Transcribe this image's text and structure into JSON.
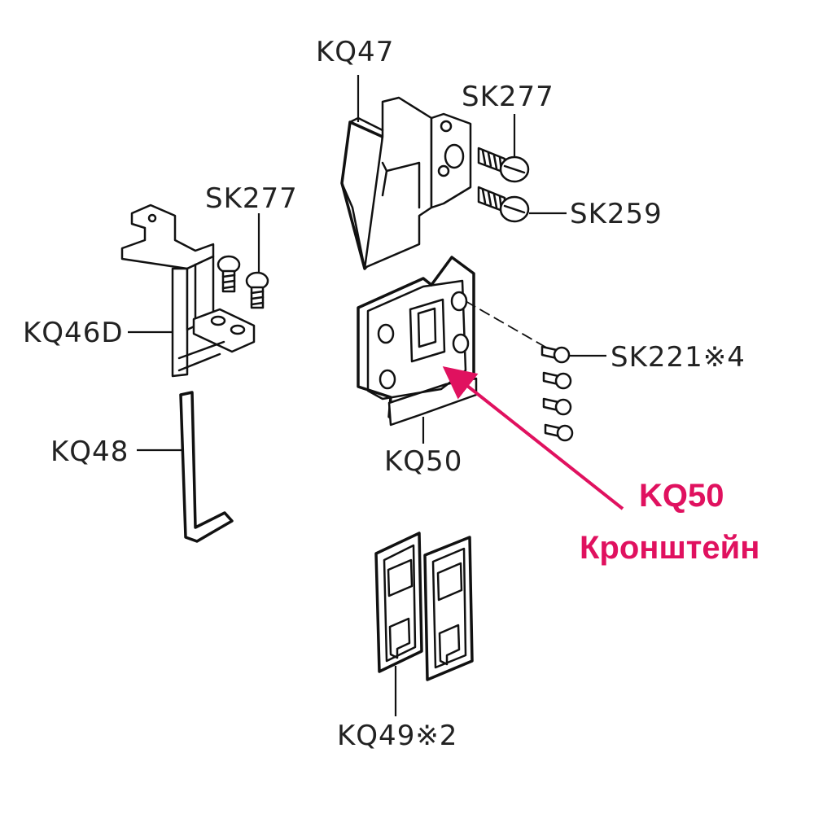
{
  "labels": {
    "kq47": "KQ47",
    "sk277_top": "SK277",
    "sk259": "SK259",
    "sk277_left": "SK277",
    "kq46d": "KQ46D",
    "sk221": "SK221※4",
    "kq48": "KQ48",
    "kq50": "KQ50",
    "kq49": "KQ49※2"
  },
  "highlight": {
    "code": "KQ50",
    "name": "Кронштейн",
    "color": "#e0115f"
  }
}
